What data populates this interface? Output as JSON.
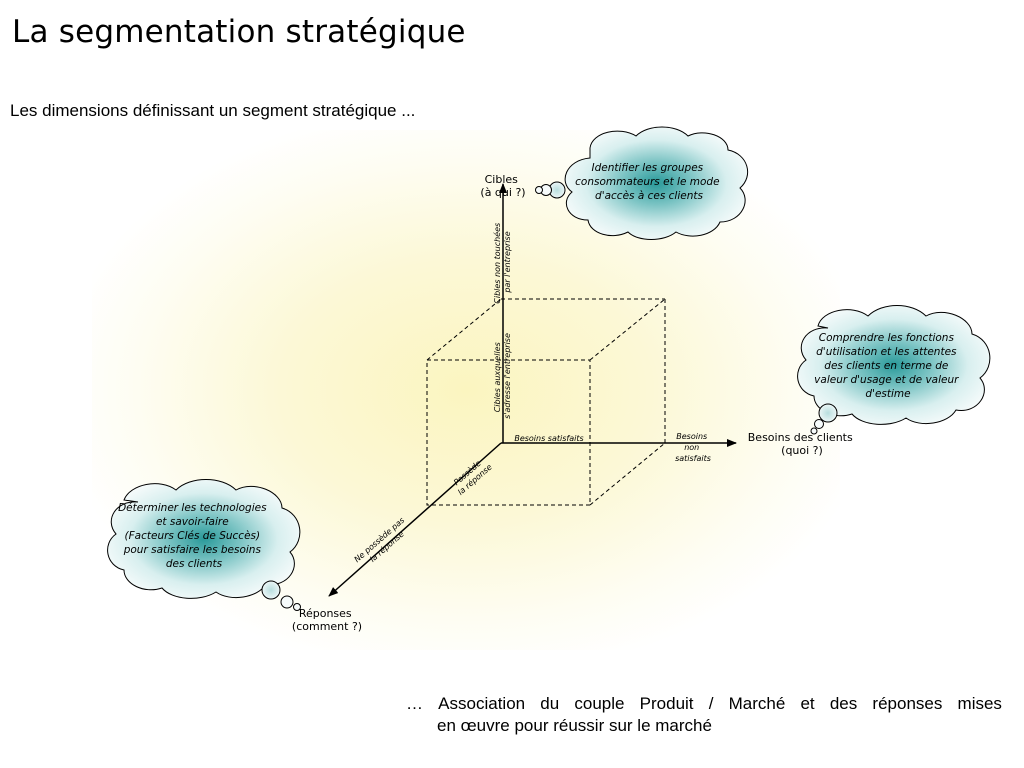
{
  "title": "La segmentation stratégique",
  "subtitle": "Les dimensions définissant un segment stratégique ...",
  "axes": {
    "cibles": [
      "Cibles",
      "(à qui ?)"
    ],
    "besoins": [
      "Besoins des clients",
      "(quoi ?)"
    ],
    "reponses": [
      "Réponses",
      "(comment ?)"
    ]
  },
  "axis_segments": {
    "cibles_non_touchees": [
      "Cibles non touchées",
      "par l'entreprise"
    ],
    "cibles_auxquelles": [
      "Cibles auxquelles",
      "s'adresse l'entreprise"
    ],
    "besoins_satisfaits": "Besoins satisfaits",
    "besoins_non_satisfaits": [
      "Besoins",
      "non",
      "satisfaits"
    ],
    "possede_reponse": [
      "Possède",
      "la réponse"
    ],
    "ne_possede_pas": [
      "Ne possède pas",
      "la réponse"
    ]
  },
  "clouds": {
    "cibles": [
      "Identifier les groupes",
      "consommateurs et le mode",
      "d'accès à ces clients"
    ],
    "besoins": [
      "Comprendre les  fonctions",
      "d'utilisation et les attentes",
      "des clients en terme de",
      "valeur d'usage et de valeur",
      "d'estime"
    ],
    "reponses": [
      "Déterminer  les technologies",
      "et savoir-faire",
      "(Facteurs Clés de Succès)",
      "pour satisfaire les besoins",
      "des clients"
    ]
  },
  "footer": {
    "line1_words": [
      "…",
      "Association",
      "du",
      "couple",
      "Produit",
      "/",
      "Marché",
      "et",
      "des",
      "réponses",
      "mises"
    ],
    "line2": "en œuvre pour réussir sur le marché"
  },
  "colors": {
    "background_glow": "#fbf5c4",
    "cloud_fill": "#f3fafa",
    "cloud_glow": "#2a9a9a",
    "line": "#000000"
  }
}
